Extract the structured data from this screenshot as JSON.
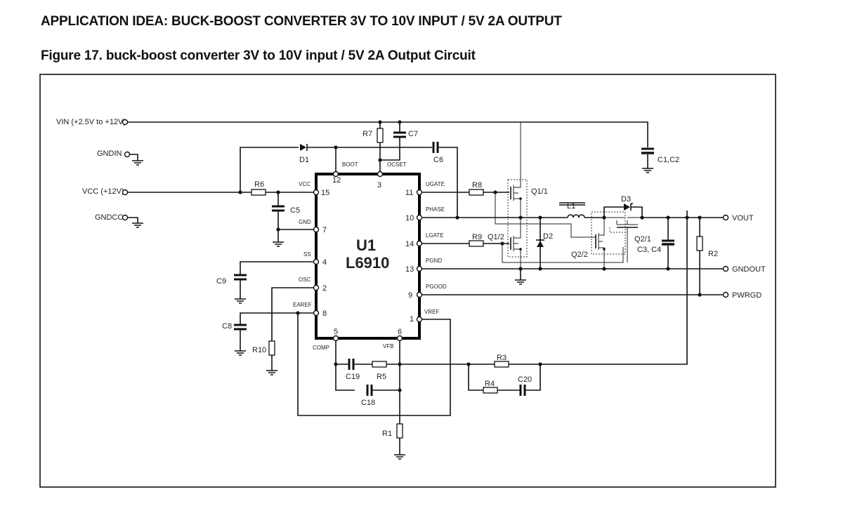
{
  "header": {
    "title": "APPLICATION IDEA: BUCK-BOOST CONVERTER 3V TO 10V INPUT / 5V 2A OUTPUT",
    "figure_caption": "Figure 17. buck-boost converter 3V to 10V input / 5V 2A Output Circuit"
  },
  "schematic": {
    "ic": {
      "ref": "U1",
      "part": "L6910"
    },
    "terminals": {
      "vin": "VIN (+2.5V to +12V)",
      "gndin": "GNDIN",
      "vcc": "VCC (+12V)",
      "gndcc": "GNDCC",
      "vout": "VOUT",
      "gndout": "GNDOUT",
      "pwrgd": "PWRGD"
    },
    "pins": {
      "boot": {
        "name": "BOOT",
        "num": "12"
      },
      "ocset": {
        "name": "OCSET",
        "num": "3"
      },
      "vcc": {
        "name": "VCC",
        "num": "15"
      },
      "gnd": {
        "name": "GND",
        "num": "7"
      },
      "ss": {
        "name": "SS",
        "num": "4"
      },
      "osc": {
        "name": "OSC",
        "num": "2"
      },
      "earef": {
        "name": "EAREF",
        "num": "8"
      },
      "comp": {
        "name": "COMP",
        "num": "5"
      },
      "vfb": {
        "name": "VFB",
        "num": "6"
      },
      "ugate": {
        "name": "UGATE",
        "num": "11"
      },
      "phase": {
        "name": "PHASE",
        "num": "10"
      },
      "lgate": {
        "name": "LGATE",
        "num": "14"
      },
      "pgnd": {
        "name": "PGND",
        "num": "13"
      },
      "pgood": {
        "name": "PGOOD",
        "num": "9"
      },
      "vref": {
        "name": "VREF",
        "num": "1"
      }
    },
    "components": {
      "d1": "D1",
      "d2": "D2",
      "d3": "D3",
      "r1": "R1",
      "r2": "R2",
      "r3": "R3",
      "r4": "R4",
      "r5": "R5",
      "r6": "R6",
      "r7": "R7",
      "r8": "R8",
      "r9": "R9",
      "r10": "R10",
      "c1c2": "C1,C2",
      "c3c4": "C3, C4",
      "c5": "C5",
      "c6": "C6",
      "c7": "C7",
      "c8": "C8",
      "c9": "C9",
      "c18": "C18",
      "c19": "C19",
      "c20": "C20",
      "l1": "L1",
      "q11": "Q1/1",
      "q12": "Q1/2",
      "q21": "Q2/1",
      "q22": "Q2/2"
    }
  }
}
